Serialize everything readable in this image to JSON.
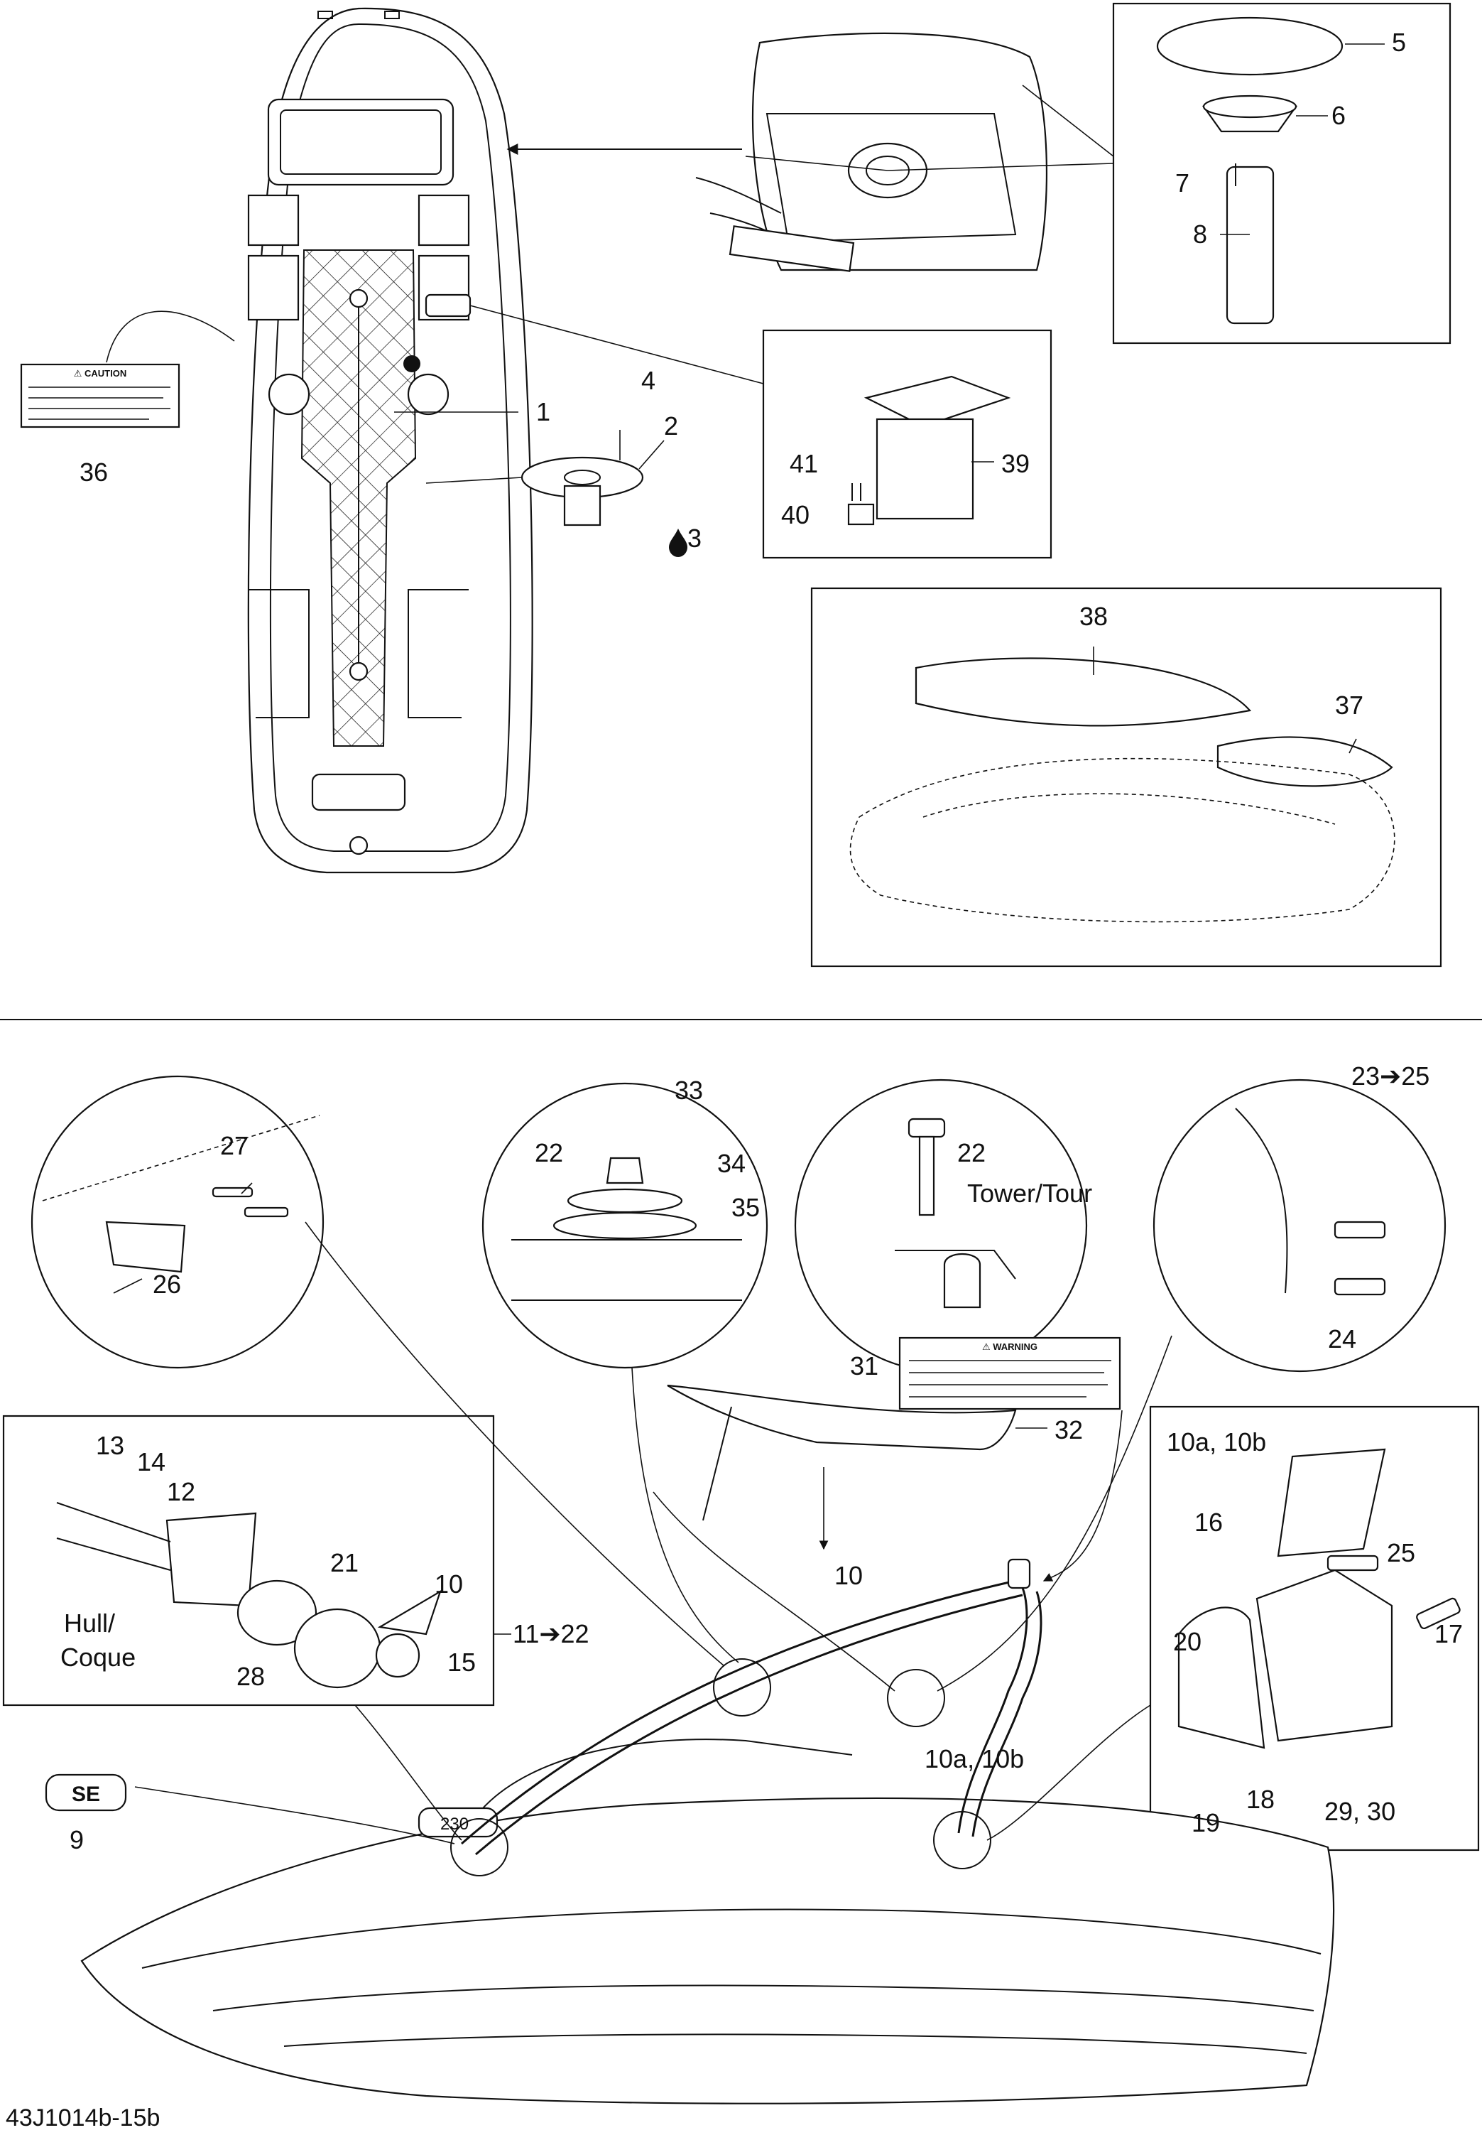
{
  "diagram_code": "43J1014b-15b",
  "labels": {
    "l1": "1",
    "l2": "2",
    "l3": "3",
    "l4": "4",
    "l5": "5",
    "l6": "6",
    "l7": "7",
    "l8": "8",
    "l9": "9",
    "l10_top": "10",
    "l10_mount": "10",
    "l10ab_mid": "10a, 10b",
    "l10ab_box": "10a, 10b",
    "l11_22": "11➔22",
    "l12": "12",
    "l13": "13",
    "l14": "14",
    "l15": "15",
    "l16": "16",
    "l17": "17",
    "l18": "18",
    "l19": "19",
    "l20": "20",
    "l21": "21",
    "l22_a": "22",
    "l22_b": "22",
    "l23_25": "23➔25",
    "l24": "24",
    "l25": "25",
    "l26": "26",
    "l27": "27",
    "l28": "28",
    "l29_30": "29, 30",
    "l31": "31",
    "l32": "32",
    "l33": "33",
    "l34": "34",
    "l35": "35",
    "l36": "36",
    "l37": "37",
    "l38": "38",
    "l39": "39",
    "l40": "40",
    "l41": "41"
  },
  "callouts": {
    "tower_tour": "Tower/Tour",
    "hull_line1": "Hull/",
    "hull_line2": "Coque"
  },
  "decals": {
    "caution_title": "⚠ CAUTION",
    "warning_title": "⚠ WARNING",
    "badge_text": "SE",
    "hull_model_text": "230"
  },
  "colors": {
    "ink": "#111111",
    "paper": "#ffffff"
  }
}
